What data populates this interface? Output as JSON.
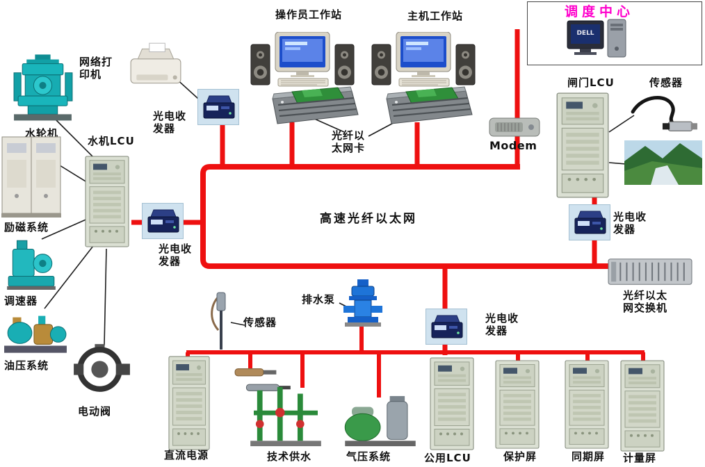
{
  "colors": {
    "bus_line": "#ee1010",
    "dispatch_text": "#ff00cc"
  },
  "nodes": {
    "operator_ws": {
      "label": "操作员工作站"
    },
    "host_ws": {
      "label": "主机工作站"
    },
    "dispatch": {
      "label": "调度中心",
      "brand": "DELL"
    },
    "printer": {
      "label": "网络打\n印机"
    },
    "transceiver_top": {
      "label": "光电收\n发器"
    },
    "fiber_card": {
      "label": "光纤以\n太网卡"
    },
    "modem": {
      "label": "Modem"
    },
    "gate_lcu": {
      "label": "闸门LCU"
    },
    "sensor_right": {
      "label": "传感器"
    },
    "turbine": {
      "label": "水轮机"
    },
    "hydro_lcu": {
      "label": "水机LCU"
    },
    "excitation": {
      "label": "励磁系统"
    },
    "transceiver_left": {
      "label": "光电收\n发器"
    },
    "bus": {
      "label": "高速光纤以太网"
    },
    "transceiver_right": {
      "label": "光电收\n发器"
    },
    "fiber_switch": {
      "label": "光纤以太\n网交换机"
    },
    "governor": {
      "label": "调速器"
    },
    "oil_system": {
      "label": "油压系统"
    },
    "drain_pump": {
      "label": "排水泵"
    },
    "transceiver_bottom": {
      "label": "光电收\n发器"
    },
    "electric_valve": {
      "label": "电动阀"
    },
    "sensor_bottom": {
      "label": "传感器"
    },
    "dc_power": {
      "label": "直流电源"
    },
    "tech_water": {
      "label": "技术供水"
    },
    "air_system": {
      "label": "气压系统"
    },
    "common_lcu": {
      "label": "公用LCU"
    },
    "protection_panel": {
      "label": "保护屏"
    },
    "sync_panel": {
      "label": "同期屏"
    },
    "metering_panel": {
      "label": "计量屏"
    }
  }
}
